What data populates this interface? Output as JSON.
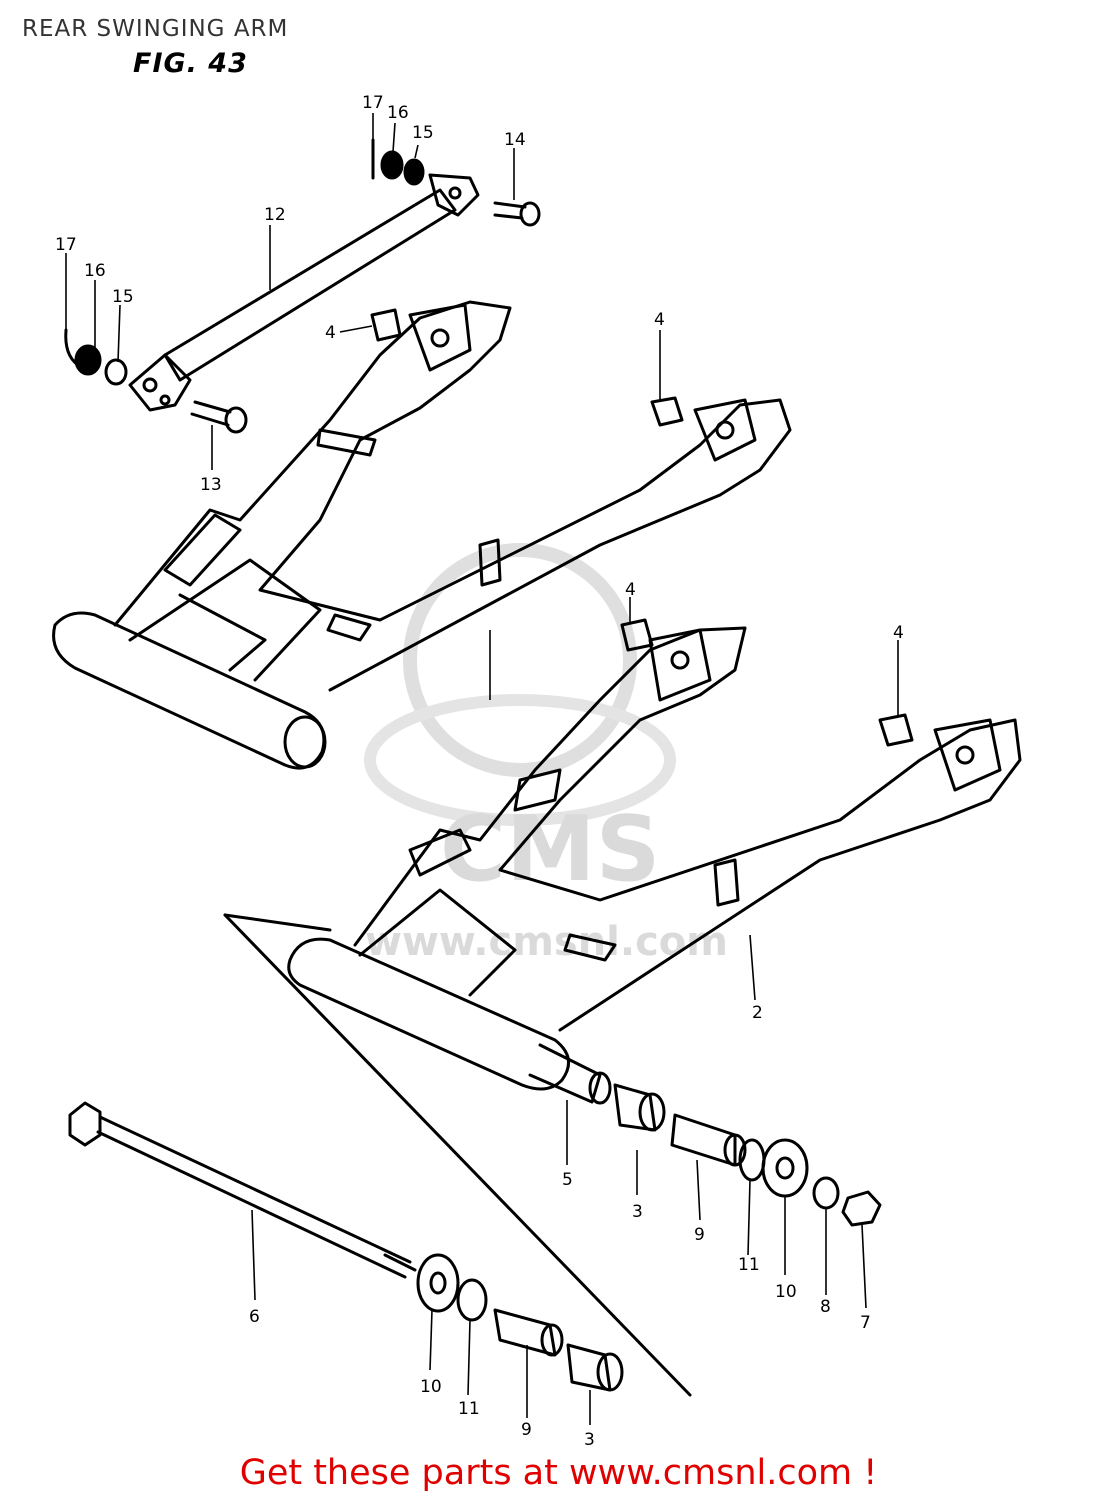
{
  "header": {
    "title": "REAR SWINGING ARM",
    "figure": "FIG. 43"
  },
  "watermark": {
    "logo": "CMS",
    "url": "www.cmsnl.com"
  },
  "footer": {
    "link_text": "Get these parts at www.cmsnl.com !"
  },
  "callouts": [
    "17",
    "16",
    "15",
    "14",
    "12",
    "17",
    "16",
    "15",
    "4",
    "13",
    "4",
    "4",
    "4",
    "2",
    "5",
    "3",
    "9",
    "11",
    "10",
    "8",
    "7",
    "6",
    "10",
    "11",
    "9",
    "3"
  ],
  "colors": {
    "link": "#e00000",
    "ink": "#000000",
    "watermark": "#d6d6d6"
  }
}
